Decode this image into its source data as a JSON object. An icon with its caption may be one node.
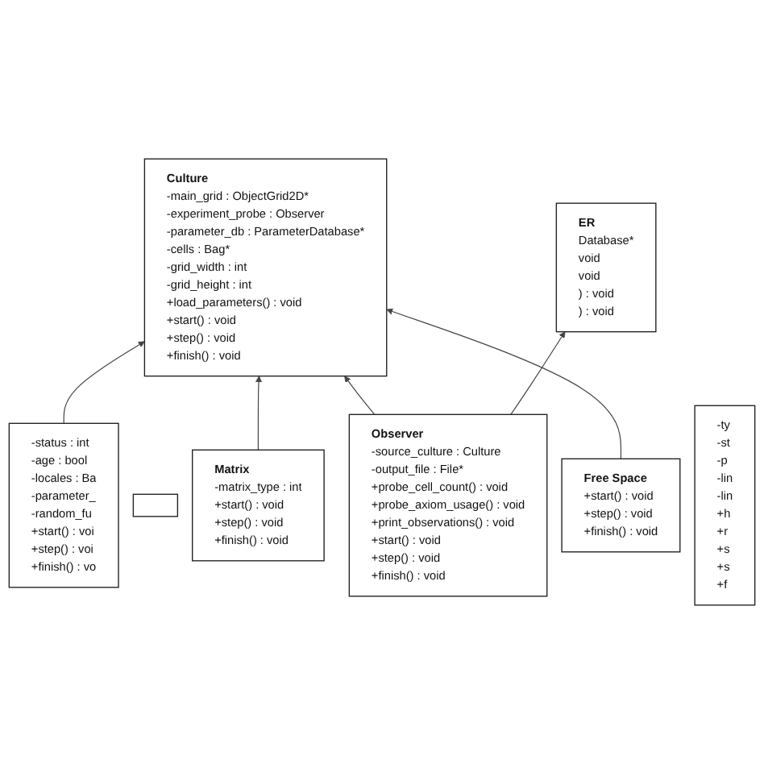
{
  "diagram": {
    "nodes": [
      {
        "text": [
          "ER",
          "Database*",
          "void",
          "void",
          ") : void",
          ") : void"
        ]
      },
      {
        "text": [
          "Culture",
          "-main_grid : ObjectGrid2D*",
          "-experiment_probe : Observer",
          "-parameter_db : ParameterDatabase*",
          "-cells : Bag*",
          "-grid_width : int",
          "-grid_height : int",
          "+load_parameters() : void",
          "+start() : void",
          "+step() : void",
          "+finish() : void"
        ]
      },
      {
        "text": [
          "-status : int",
          "-age : bool",
          "-locales : Ba",
          "-parameter_",
          "-random_fu",
          "+start() : voi",
          "+step() : voi",
          "+finish() : vo"
        ]
      },
      {
        "text": [],
        "shape": "box"
      },
      {
        "text": [
          "Observer",
          "-source_culture : Culture",
          "-output_file : File*",
          "+probe_cell_count() : void",
          "+probe_axiom_usage() : void",
          "+print_observations() : void",
          "+start() : void",
          "+step() : void",
          "+finish() : void"
        ]
      },
      {
        "text": [
          "Free Space",
          "+start() : void",
          "+step() : void",
          "+finish() : void"
        ]
      },
      {
        "text": [
          "Matrix",
          "-matrix_type : int",
          "+start() : void",
          "+step() : void",
          "+finish() : void"
        ]
      },
      {
        "text": [
          "-ty",
          "-st",
          "-p",
          "-lin",
          "-lin",
          "+h",
          "+r",
          "+s",
          "+s",
          "+f"
        ]
      }
    ],
    "edges": [
      {
        "from": 2,
        "to": 1,
        "arrow": "to"
      },
      {
        "from": 4,
        "to": 1,
        "arrow": "to"
      },
      {
        "from": 4,
        "to": 0,
        "arrow": "to"
      },
      {
        "from": 6,
        "to": 1,
        "arrow": "to"
      },
      {
        "from": 5,
        "to": 1,
        "arrow": "to"
      }
    ]
  }
}
